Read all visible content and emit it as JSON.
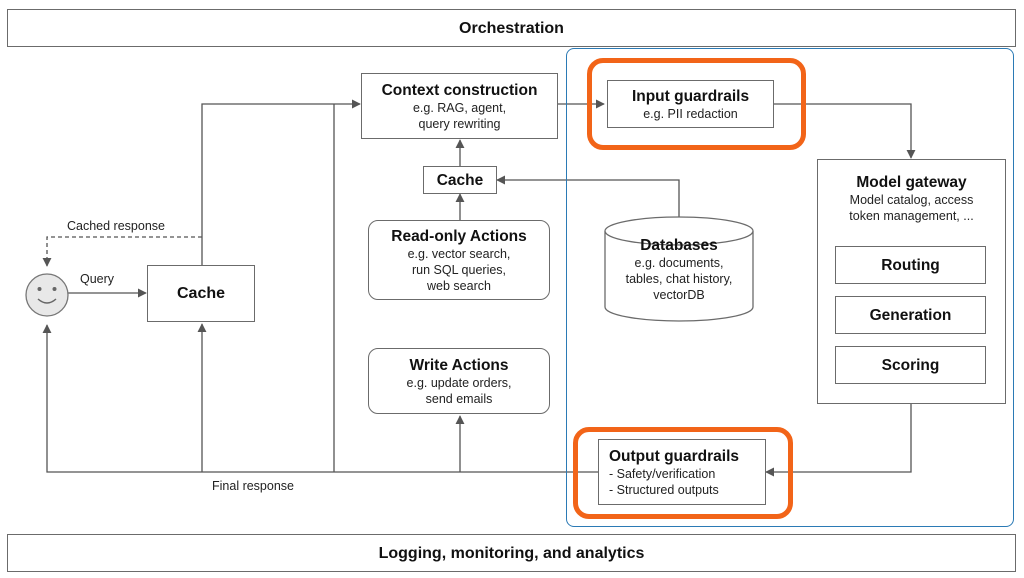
{
  "top_band": {
    "title": "Orchestration"
  },
  "bottom_band": {
    "title": "Logging, monitoring, and analytics"
  },
  "context_construction": {
    "title": "Context construction",
    "lines": [
      "e.g. RAG, agent,",
      "query rewriting"
    ]
  },
  "input_guardrails": {
    "title": "Input guardrails",
    "lines": [
      "e.g. PII redaction"
    ]
  },
  "context_cache": {
    "title": "Cache"
  },
  "read_only_actions": {
    "title": "Read-only Actions",
    "lines": [
      "e.g. vector search,",
      "run SQL queries,",
      "web search"
    ]
  },
  "write_actions": {
    "title": "Write Actions",
    "lines": [
      "e.g. update orders,",
      "send emails"
    ]
  },
  "databases": {
    "title": "Databases",
    "lines": [
      "e.g. documents,",
      "tables, chat history,",
      "vectorDB"
    ]
  },
  "model_gateway": {
    "title": "Model gateway",
    "lines": [
      "Model catalog, access",
      "token management, ..."
    ],
    "components": [
      "Routing",
      "Generation",
      "Scoring"
    ]
  },
  "output_guardrails": {
    "title": "Output guardrails",
    "lines": [
      "- Safety/verification",
      "- Structured outputs"
    ]
  },
  "main_cache": {
    "title": "Cache"
  },
  "edge_labels": {
    "cached_response": "Cached response",
    "query": "Query",
    "final_response": "Final response"
  },
  "colors": {
    "highlight": "#f26418",
    "panel_border": "#2b7ab5",
    "line": "#555555",
    "face_fill": "#e8e8e8"
  },
  "icons": {
    "user": "smiley-face-icon"
  }
}
